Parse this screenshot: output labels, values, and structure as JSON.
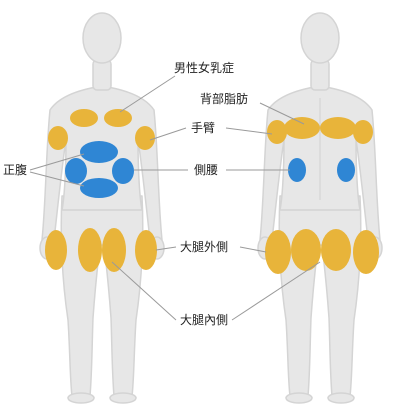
{
  "labels": {
    "male_gynecomastia": "男性女乳症",
    "back_fat": "背部脂肪",
    "arm": "手臂",
    "abdomen": "正腹",
    "flank": "側腰",
    "outer_thigh": "大腿外側",
    "inner_thigh": "大腿內側"
  },
  "colors": {
    "background": "#ffffff",
    "body_fill": "#e7e7e7",
    "body_outline": "#d4d4d4",
    "fat_yellow": "#e8b43a",
    "fat_blue": "#2f86d4",
    "leader_line": "#9a9a9a"
  },
  "diagram": {
    "views": [
      "front",
      "back"
    ],
    "front_zones": [
      {
        "zone": "chest",
        "color": "yellow",
        "label": "male_gynecomastia"
      },
      {
        "zone": "upper-arm",
        "color": "yellow",
        "label": "arm"
      },
      {
        "zone": "abdomen",
        "color": "blue",
        "label": "abdomen"
      },
      {
        "zone": "flank",
        "color": "blue",
        "label": "flank"
      },
      {
        "zone": "outer-thigh",
        "color": "yellow",
        "label": "outer_thigh"
      },
      {
        "zone": "inner-thigh",
        "color": "yellow",
        "label": "inner_thigh"
      }
    ],
    "back_zones": [
      {
        "zone": "upper-back",
        "color": "yellow",
        "label": "back_fat"
      },
      {
        "zone": "upper-arm",
        "color": "yellow",
        "label": "arm"
      },
      {
        "zone": "flank",
        "color": "blue",
        "label": "flank"
      },
      {
        "zone": "outer-thigh",
        "color": "yellow",
        "label": "outer_thigh"
      },
      {
        "zone": "inner-thigh",
        "color": "yellow",
        "label": "inner_thigh"
      }
    ]
  }
}
